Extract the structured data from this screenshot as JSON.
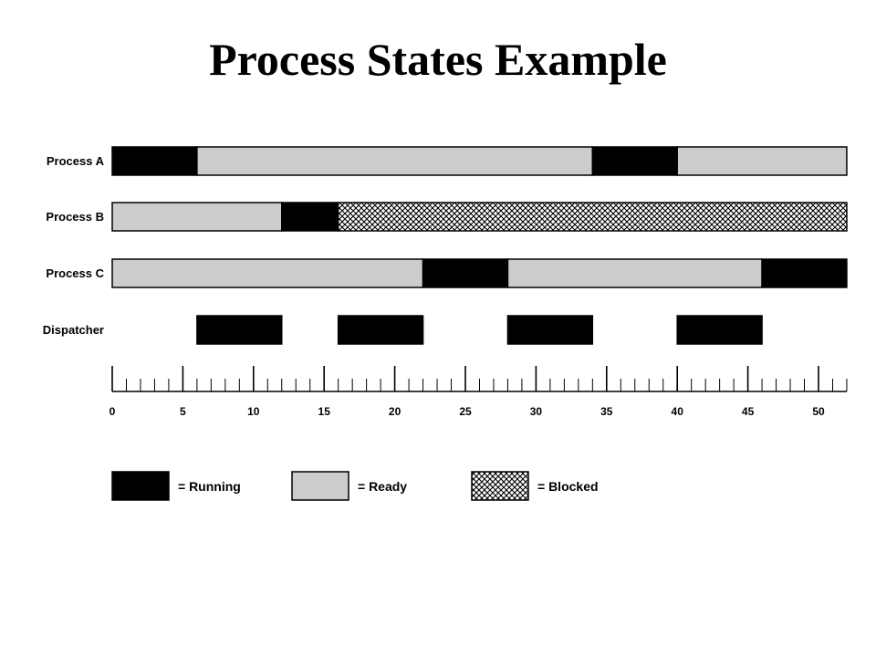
{
  "title": "Process States Example",
  "colors": {
    "running": "#000000",
    "ready": "#cccccc",
    "blocked_fill": "#ffffff",
    "blocked_hatch": "#000000",
    "outline": "#000000"
  },
  "timeline": {
    "start": 0,
    "end": 52,
    "tick_labels": [
      "0",
      "5",
      "10",
      "15",
      "20",
      "25",
      "30",
      "35",
      "40",
      "45",
      "50"
    ]
  },
  "rows": [
    {
      "label": "Process A",
      "segments": [
        {
          "start": 0,
          "end": 6,
          "state": "running"
        },
        {
          "start": 6,
          "end": 34,
          "state": "ready"
        },
        {
          "start": 34,
          "end": 40,
          "state": "running"
        },
        {
          "start": 40,
          "end": 52,
          "state": "ready"
        }
      ]
    },
    {
      "label": "Process B",
      "segments": [
        {
          "start": 0,
          "end": 12,
          "state": "ready"
        },
        {
          "start": 12,
          "end": 16,
          "state": "running"
        },
        {
          "start": 16,
          "end": 52,
          "state": "blocked"
        }
      ]
    },
    {
      "label": "Process C",
      "segments": [
        {
          "start": 0,
          "end": 22,
          "state": "ready"
        },
        {
          "start": 22,
          "end": 28,
          "state": "running"
        },
        {
          "start": 28,
          "end": 46,
          "state": "ready"
        },
        {
          "start": 46,
          "end": 52,
          "state": "running"
        }
      ]
    },
    {
      "label": "Dispatcher",
      "segments": [
        {
          "start": 6,
          "end": 12,
          "state": "running"
        },
        {
          "start": 16,
          "end": 22,
          "state": "running"
        },
        {
          "start": 28,
          "end": 34,
          "state": "running"
        },
        {
          "start": 40,
          "end": 46,
          "state": "running"
        }
      ]
    }
  ],
  "legend": [
    {
      "state": "running",
      "label": "= Running"
    },
    {
      "state": "ready",
      "label": "= Ready"
    },
    {
      "state": "blocked",
      "label": "= Blocked"
    }
  ]
}
